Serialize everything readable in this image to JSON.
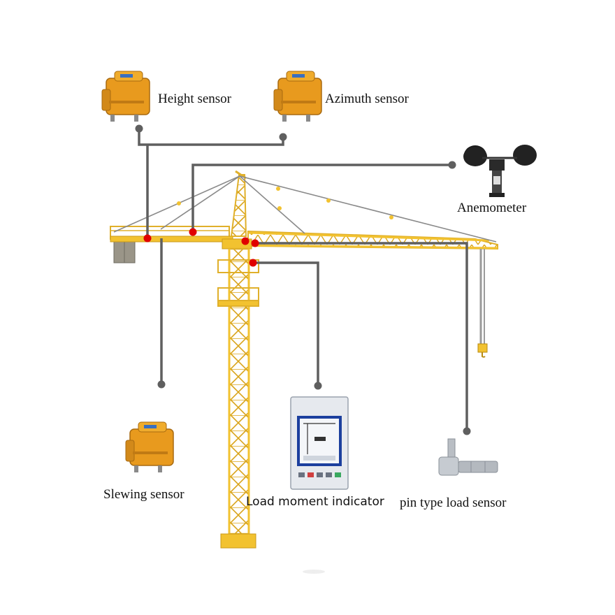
{
  "labels": {
    "height_sensor": "Height sensor",
    "azimuth_sensor": "Azimuth sensor",
    "anemometer": "Anemometer",
    "slewing_sensor": "Slewing sensor",
    "load_moment_indicator": "Load moment indicator",
    "pin_type_load_sensor": "pin type load sensor"
  },
  "colors": {
    "crane_yellow": "#f2c230",
    "sensor_orange": "#e89a1e",
    "connector_gray": "#5f5f5f",
    "point_red": "#e00000",
    "rope_gray": "#8a8a8a"
  }
}
